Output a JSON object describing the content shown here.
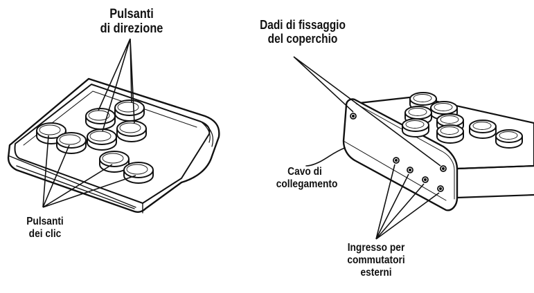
{
  "labels": {
    "direction_buttons": [
      "Pulsanti",
      "di direzione"
    ],
    "click_buttons": [
      "Pulsanti",
      "dei clic"
    ],
    "cover_nuts": [
      "Dadi di fissaggio",
      "del coperchio"
    ],
    "cable": [
      "Cavo di",
      "collegamento"
    ],
    "switch_inputs": [
      "Ingresso per",
      "commutatori",
      "esterni"
    ]
  },
  "colors": {
    "line": "#111111",
    "background": "#ffffff"
  }
}
